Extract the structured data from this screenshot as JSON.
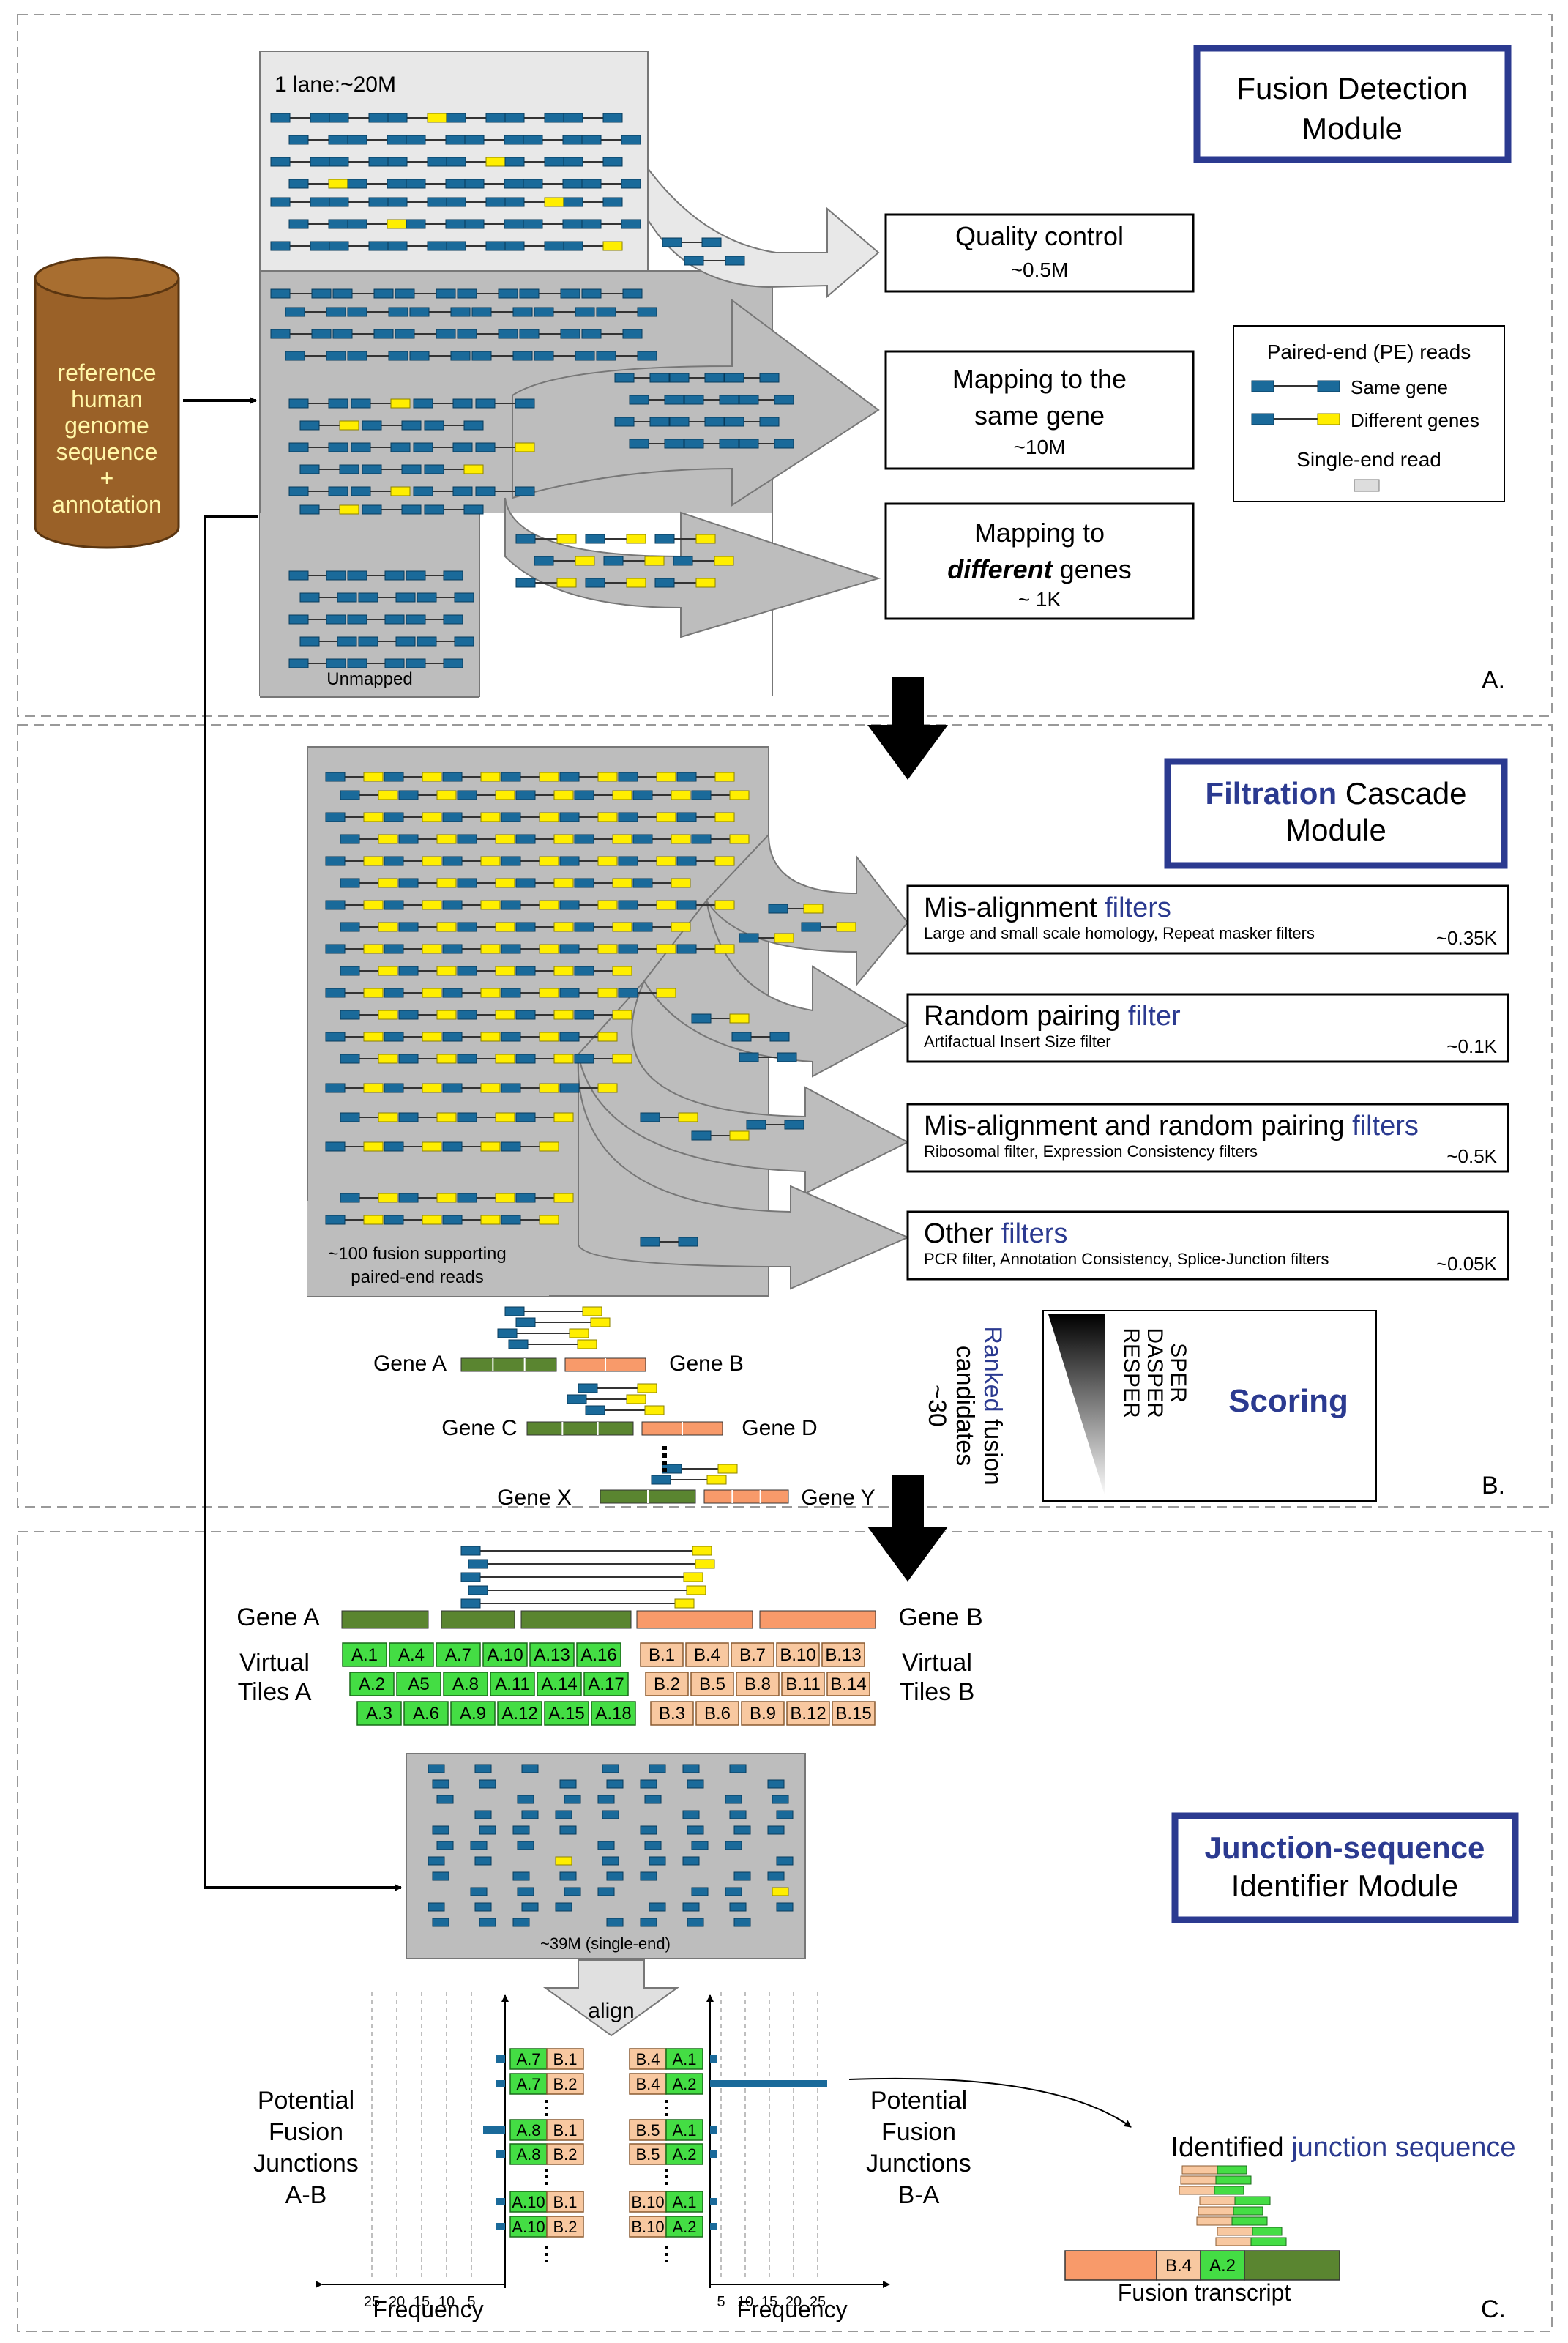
{
  "colors": {
    "blue_read": "#1a6a9a",
    "yellow_read": "#ffee00",
    "gene_green": "#5a8530",
    "gene_orange": "#f89a6a",
    "tile_green": "#44dd44",
    "tile_orange": "#f8c8a0",
    "module_blue": "#2b3a90",
    "db_brown": "#9a6128"
  },
  "database": {
    "lines": [
      "reference",
      "human",
      "genome",
      "sequence",
      "+",
      "annotation"
    ]
  },
  "panelA": {
    "title_line1": "Fusion Detection",
    "title_line2": "Module",
    "lane": "1 lane:~20M",
    "unmapped": "Unmapped",
    "letter": "A.",
    "qc": {
      "title": "Quality control",
      "count": "~0.5M"
    },
    "same": {
      "line1": "Mapping to the",
      "line2": "same gene",
      "count": "~10M"
    },
    "diff": {
      "line1": "Mapping to",
      "line2_em": "different",
      "line2_rest": " genes",
      "count": "~ 1K"
    },
    "legend": {
      "title": "Paired-end (PE) reads",
      "same": "Same gene",
      "diff": "Different genes",
      "single": "Single-end read"
    }
  },
  "panelB": {
    "title_em": "Filtration",
    "title_rest": " Cascade",
    "title_line2": "Module",
    "support_line1": "~100 fusion supporting",
    "support_line2": "paired-end reads",
    "letter": "B.",
    "filters": [
      {
        "title": "Mis-alignment ",
        "title_em": "filters",
        "sub": "Large and small scale homology, Repeat masker filters",
        "count": "~0.35K"
      },
      {
        "title": "Random pairing ",
        "title_em": "filter",
        "sub": "Artifactual Insert Size filter",
        "count": "~0.1K"
      },
      {
        "title": "Mis-alignment and random pairing ",
        "title_em": "filters",
        "sub": "Ribosomal filter, Expression Consistency filters",
        "count": "~0.5K"
      },
      {
        "title": "Other ",
        "title_em": "filters",
        "sub": "PCR filter, Annotation Consistency, Splice-Junction filters",
        "count": "~0.05K"
      }
    ],
    "genes": {
      "a": "Gene A",
      "b": "Gene B",
      "c": "Gene C",
      "d": "Gene D",
      "x": "Gene X",
      "y": "Gene Y"
    },
    "ranked_em": "Ranked",
    "ranked_rest": " fusion",
    "ranked_line2": "candidates",
    "ranked_line3": "~30",
    "scores": [
      "SPER",
      "DASPER",
      "RESPER"
    ],
    "scoring": "Scoring"
  },
  "panelC": {
    "title_em": "Junction-sequence",
    "title_line2": "Identifier Module",
    "gene_a": "Gene A",
    "gene_b": "Gene B",
    "vt_a_line1": "Virtual",
    "vt_a_line2": "Tiles A",
    "vt_b_line1": "Virtual",
    "vt_b_line2": "Tiles B",
    "tiles_a": [
      [
        "A.1",
        "A.4",
        "A.7",
        "A.10",
        "A.13",
        "A.16"
      ],
      [
        "A.2",
        "A5",
        "A.8",
        "A.11",
        "A.14",
        "A.17"
      ],
      [
        "A.3",
        "A.6",
        "A.9",
        "A.12",
        "A.15",
        "A.18"
      ]
    ],
    "tiles_b": [
      [
        "B.1",
        "B.4",
        "B.7",
        "B.10",
        "B.13"
      ],
      [
        "B.2",
        "B.5",
        "B.8",
        "B.11",
        "B.14"
      ],
      [
        "B.3",
        "B.6",
        "B.9",
        "B.12",
        "B.15"
      ]
    ],
    "single_end": "~39M (single-end)",
    "align": "align",
    "pfj_left": [
      "Potential",
      "Fusion",
      "Junctions",
      "A-B"
    ],
    "pfj_right": [
      "Potential",
      "Fusion",
      "Junctions",
      "B-A"
    ],
    "junc_ab": [
      [
        "A.7",
        "B.1"
      ],
      [
        "A.7",
        "B.2"
      ],
      [
        "A.8",
        "B.1"
      ],
      [
        "A.8",
        "B.2"
      ],
      [
        "A.10",
        "B.1"
      ],
      [
        "A.10",
        "B.2"
      ]
    ],
    "junc_ba": [
      [
        "B.4",
        "A.1"
      ],
      [
        "B.4",
        "A.2"
      ],
      [
        "B.5",
        "A.1"
      ],
      [
        "B.5",
        "A.2"
      ],
      [
        "B.10",
        "A.1"
      ],
      [
        "B.10",
        "A.2"
      ]
    ],
    "ticks_left": [
      "25",
      "20",
      "15",
      "10",
      "5"
    ],
    "ticks_right": [
      "5",
      "10",
      "15",
      "20",
      "25"
    ],
    "frequency": "Frequency",
    "identified": "Identified ",
    "identified_em": "junction sequence",
    "transcript_tiles": [
      "B.4",
      "A.2"
    ],
    "transcript": "Fusion transcript",
    "letter": "C."
  }
}
